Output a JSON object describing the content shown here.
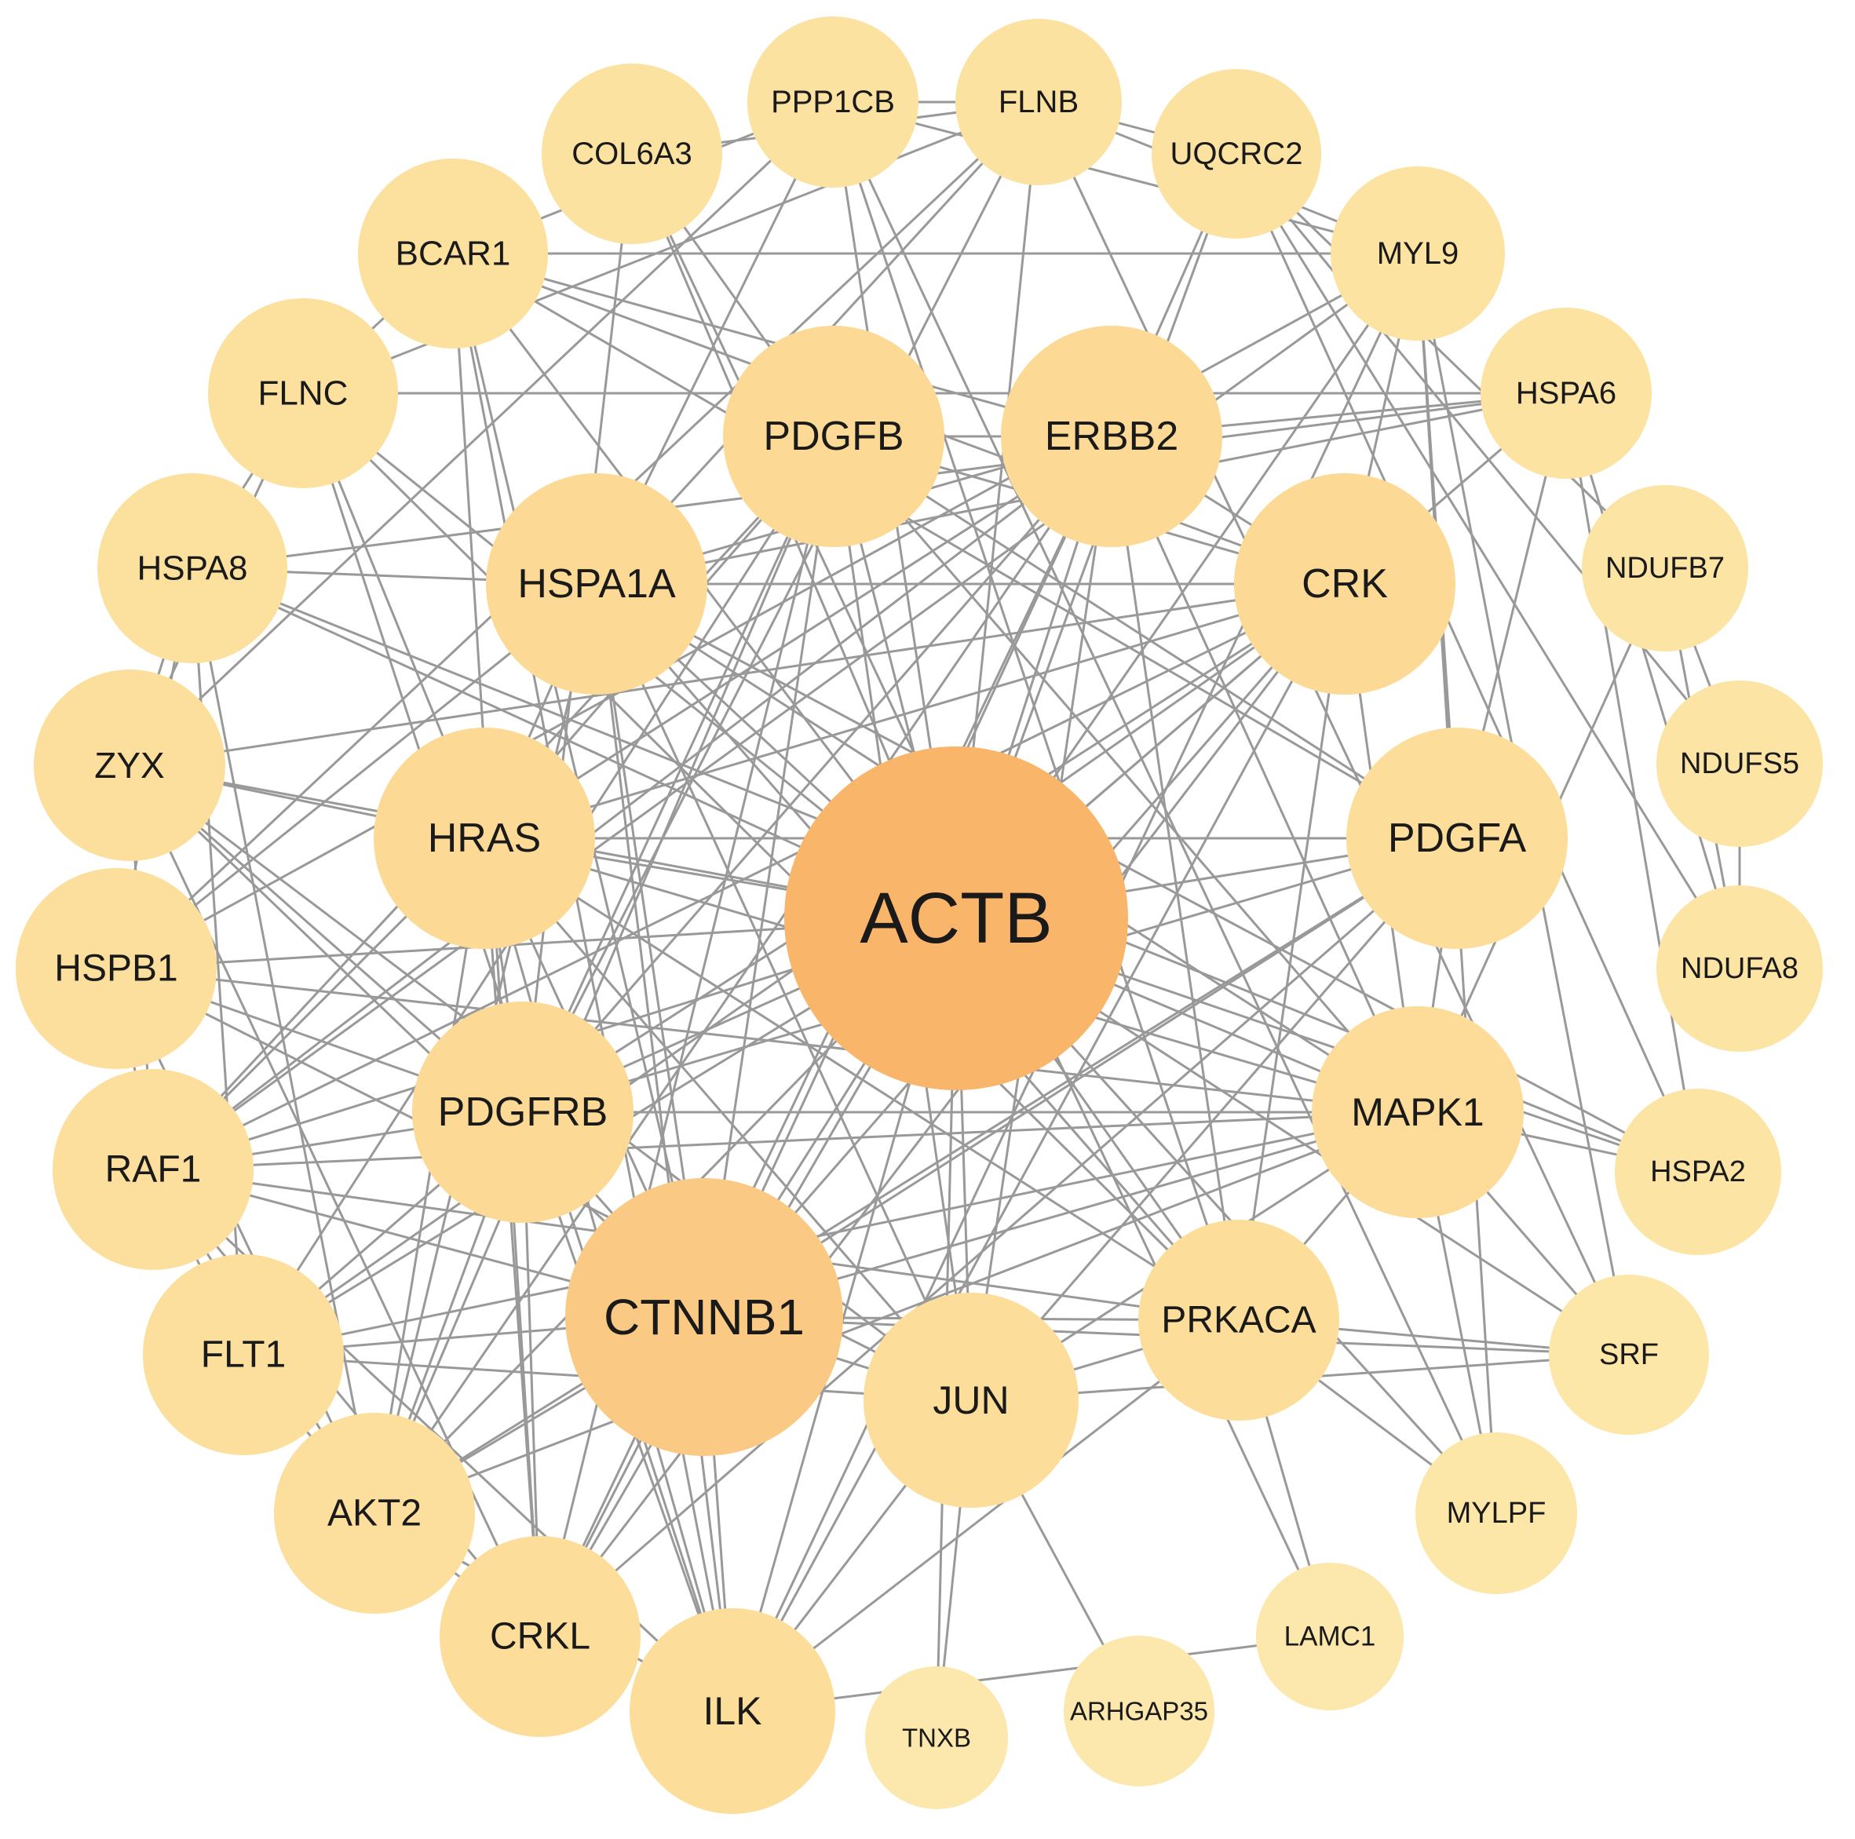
{
  "network": {
    "nodes": [
      {
        "id": "ACTB",
        "label": "ACTB",
        "color": "#F9B56A"
      },
      {
        "id": "CTNNB1",
        "label": "CTNNB1",
        "color": "#FACA84"
      },
      {
        "id": "PDGFB",
        "label": "PDGFB",
        "color": "#FCDA95"
      },
      {
        "id": "ERBB2",
        "label": "ERBB2",
        "color": "#FCD994"
      },
      {
        "id": "HSPA1A",
        "label": "HSPA1A",
        "color": "#FCD994"
      },
      {
        "id": "CRK",
        "label": "CRK",
        "color": "#FCDA95"
      },
      {
        "id": "HRAS",
        "label": "HRAS",
        "color": "#FCDA96"
      },
      {
        "id": "PDGFA",
        "label": "PDGFA",
        "color": "#FCDD99"
      },
      {
        "id": "PDGFRB",
        "label": "PDGFRB",
        "color": "#FCDA95"
      },
      {
        "id": "MAPK1",
        "label": "MAPK1",
        "color": "#FCDC98"
      },
      {
        "id": "PRKACA",
        "label": "PRKACA",
        "color": "#FCDD99"
      },
      {
        "id": "JUN",
        "label": "JUN",
        "color": "#FCDD99"
      },
      {
        "id": "ILK",
        "label": "ILK",
        "color": "#FCDD9A"
      },
      {
        "id": "CRKL",
        "label": "CRKL",
        "color": "#FCDD9A"
      },
      {
        "id": "AKT2",
        "label": "AKT2",
        "color": "#FCDF9C"
      },
      {
        "id": "FLT1",
        "label": "FLT1",
        "color": "#FCDF9C"
      },
      {
        "id": "RAF1",
        "label": "RAF1",
        "color": "#FCDF9C"
      },
      {
        "id": "HSPB1",
        "label": "HSPB1",
        "color": "#FCDF9C"
      },
      {
        "id": "ZYX",
        "label": "ZYX",
        "color": "#FCDF9C"
      },
      {
        "id": "HSPA8",
        "label": "HSPA8",
        "color": "#FCE09E"
      },
      {
        "id": "FLNC",
        "label": "FLNC",
        "color": "#FCE09E"
      },
      {
        "id": "BCAR1",
        "label": "BCAR1",
        "color": "#FCE09E"
      },
      {
        "id": "COL6A3",
        "label": "COL6A3",
        "color": "#FCE2A0"
      },
      {
        "id": "PPP1CB",
        "label": "PPP1CB",
        "color": "#FCE2A0"
      },
      {
        "id": "FLNB",
        "label": "FLNB",
        "color": "#FCE2A0"
      },
      {
        "id": "UQCRC2",
        "label": "UQCRC2",
        "color": "#FCE2A0"
      },
      {
        "id": "MYL9",
        "label": "MYL9",
        "color": "#FCE3A2"
      },
      {
        "id": "HSPA6",
        "label": "HSPA6",
        "color": "#FCE3A2"
      },
      {
        "id": "NDUFB7",
        "label": "NDUFB7",
        "color": "#FCE4A4"
      },
      {
        "id": "NDUFS5",
        "label": "NDUFS5",
        "color": "#FCE4A4"
      },
      {
        "id": "NDUFA8",
        "label": "NDUFA8",
        "color": "#FCE4A4"
      },
      {
        "id": "HSPA2",
        "label": "HSPA2",
        "color": "#FCE4A4"
      },
      {
        "id": "SRF",
        "label": "SRF",
        "color": "#FCE6A8"
      },
      {
        "id": "MYLPF",
        "label": "MYLPF",
        "color": "#FCE6A8"
      },
      {
        "id": "LAMC1",
        "label": "LAMC1",
        "color": "#FCE8AC"
      },
      {
        "id": "ARHGAP35",
        "label": "ARHGAP35",
        "color": "#FCE8AC"
      },
      {
        "id": "TNXB",
        "label": "TNXB",
        "color": "#FCE8AC"
      }
    ],
    "edges": [
      [
        "ACTB",
        "CTNNB1"
      ],
      [
        "ACTB",
        "PDGFB"
      ],
      [
        "ACTB",
        "ERBB2"
      ],
      [
        "ACTB",
        "HSPA1A"
      ],
      [
        "ACTB",
        "CRK"
      ],
      [
        "ACTB",
        "HRAS"
      ],
      [
        "ACTB",
        "PDGFA"
      ],
      [
        "ACTB",
        "PDGFRB"
      ],
      [
        "ACTB",
        "MAPK1"
      ],
      [
        "ACTB",
        "PRKACA"
      ],
      [
        "ACTB",
        "JUN"
      ],
      [
        "ACTB",
        "ILK"
      ],
      [
        "ACTB",
        "CRKL"
      ],
      [
        "ACTB",
        "AKT2"
      ],
      [
        "ACTB",
        "FLT1"
      ],
      [
        "ACTB",
        "RAF1"
      ],
      [
        "ACTB",
        "HSPB1"
      ],
      [
        "ACTB",
        "ZYX"
      ],
      [
        "ACTB",
        "HSPA8"
      ],
      [
        "ACTB",
        "FLNC"
      ],
      [
        "ACTB",
        "BCAR1"
      ],
      [
        "ACTB",
        "COL6A3"
      ],
      [
        "ACTB",
        "PPP1CB"
      ],
      [
        "ACTB",
        "FLNB"
      ],
      [
        "ACTB",
        "UQCRC2"
      ],
      [
        "ACTB",
        "MYL9"
      ],
      [
        "ACTB",
        "HSPA6"
      ],
      [
        "ACTB",
        "HSPA2"
      ],
      [
        "ACTB",
        "SRF"
      ],
      [
        "ACTB",
        "MYLPF"
      ],
      [
        "ACTB",
        "TNXB"
      ],
      [
        "CTNNB1",
        "PDGFB"
      ],
      [
        "CTNNB1",
        "ERBB2"
      ],
      [
        "CTNNB1",
        "HSPA1A"
      ],
      [
        "CTNNB1",
        "CRK"
      ],
      [
        "CTNNB1",
        "HRAS"
      ],
      [
        "CTNNB1",
        "PDGFRB"
      ],
      [
        "CTNNB1",
        "MAPK1"
      ],
      [
        "CTNNB1",
        "PRKACA"
      ],
      [
        "CTNNB1",
        "JUN"
      ],
      [
        "CTNNB1",
        "ILK"
      ],
      [
        "CTNNB1",
        "AKT2"
      ],
      [
        "CTNNB1",
        "FLT1"
      ],
      [
        "CTNNB1",
        "RAF1"
      ],
      [
        "CTNNB1",
        "BCAR1"
      ],
      [
        "CTNNB1",
        "SRF"
      ],
      [
        "CTNNB1",
        "ZYX"
      ],
      [
        "CTNNB1",
        "PDGFA"
      ],
      [
        "CTNNB1",
        "CRKL"
      ],
      [
        "PDGFB",
        "PDGFRB"
      ],
      [
        "PDGFB",
        "PDGFA"
      ],
      [
        "PDGFB",
        "ERBB2"
      ],
      [
        "PDGFB",
        "HRAS"
      ],
      [
        "PDGFB",
        "MAPK1"
      ],
      [
        "PDGFB",
        "FLT1"
      ],
      [
        "PDGFB",
        "CRK"
      ],
      [
        "PDGFB",
        "JUN"
      ],
      [
        "PDGFB",
        "AKT2"
      ],
      [
        "PDGFB",
        "RAF1"
      ],
      [
        "PDGFB",
        "COL6A3"
      ],
      [
        "PDGFB",
        "CRKL"
      ],
      [
        "ERBB2",
        "HRAS"
      ],
      [
        "ERBB2",
        "MAPK1"
      ],
      [
        "ERBB2",
        "CRK"
      ],
      [
        "ERBB2",
        "JUN"
      ],
      [
        "ERBB2",
        "RAF1"
      ],
      [
        "ERBB2",
        "AKT2"
      ],
      [
        "ERBB2",
        "PDGFRB"
      ],
      [
        "ERBB2",
        "CRKL"
      ],
      [
        "ERBB2",
        "HSPA1A"
      ],
      [
        "ERBB2",
        "PRKACA"
      ],
      [
        "ERBB2",
        "HSPA6"
      ],
      [
        "ERBB2",
        "UQCRC2"
      ],
      [
        "ERBB2",
        "BCAR1"
      ],
      [
        "HSPA1A",
        "HSPA8"
      ],
      [
        "HSPA1A",
        "HSPB1"
      ],
      [
        "HSPA1A",
        "HSPA6"
      ],
      [
        "HSPA1A",
        "HSPA2"
      ],
      [
        "HSPA1A",
        "JUN"
      ],
      [
        "HSPA1A",
        "MAPK1"
      ],
      [
        "HSPA1A",
        "HRAS"
      ],
      [
        "HSPA1A",
        "AKT2"
      ],
      [
        "HSPA1A",
        "PRKACA"
      ],
      [
        "HSPA1A",
        "FLNB"
      ],
      [
        "HSPA1A",
        "PPP1CB"
      ],
      [
        "HSPA1A",
        "CRK"
      ],
      [
        "CRK",
        "BCAR1"
      ],
      [
        "CRK",
        "CRKL"
      ],
      [
        "CRK",
        "HRAS"
      ],
      [
        "CRK",
        "PDGFRB"
      ],
      [
        "CRK",
        "ILK"
      ],
      [
        "CRK",
        "ZYX"
      ],
      [
        "CRK",
        "RAF1"
      ],
      [
        "CRK",
        "MAPK1"
      ],
      [
        "CRK",
        "MYL9"
      ],
      [
        "CRK",
        "FLT1"
      ],
      [
        "CRK",
        "PRKACA"
      ],
      [
        "HRAS",
        "RAF1"
      ],
      [
        "HRAS",
        "MAPK1"
      ],
      [
        "HRAS",
        "PDGFRB"
      ],
      [
        "HRAS",
        "JUN"
      ],
      [
        "HRAS",
        "AKT2"
      ],
      [
        "HRAS",
        "CRKL"
      ],
      [
        "HRAS",
        "PRKACA"
      ],
      [
        "HRAS",
        "ZYX"
      ],
      [
        "HRAS",
        "PDGFA"
      ],
      [
        "HRAS",
        "FLNC"
      ],
      [
        "HRAS",
        "ILK"
      ],
      [
        "PDGFA",
        "PDGFRB"
      ],
      [
        "PDGFA",
        "MAPK1"
      ],
      [
        "PDGFA",
        "AKT2"
      ],
      [
        "PDGFA",
        "HSPA6"
      ],
      [
        "PDGFA",
        "JUN"
      ],
      [
        "PDGFA",
        "CRKL"
      ],
      [
        "PDGFRB",
        "RAF1"
      ],
      [
        "PDGFRB",
        "FLT1"
      ],
      [
        "PDGFRB",
        "CRKL"
      ],
      [
        "PDGFRB",
        "AKT2"
      ],
      [
        "PDGFRB",
        "MAPK1"
      ],
      [
        "PDGFRB",
        "HSPB1"
      ],
      [
        "PDGFRB",
        "ILK"
      ],
      [
        "PDGFRB",
        "ZYX"
      ],
      [
        "MAPK1",
        "RAF1"
      ],
      [
        "MAPK1",
        "JUN"
      ],
      [
        "MAPK1",
        "PRKACA"
      ],
      [
        "MAPK1",
        "HSPA2"
      ],
      [
        "MAPK1",
        "FLT1"
      ],
      [
        "MAPK1",
        "SRF"
      ],
      [
        "MAPK1",
        "MYLPF"
      ],
      [
        "MAPK1",
        "HSPB1"
      ],
      [
        "MAPK1",
        "NDUFB7"
      ],
      [
        "MAPK1",
        "AKT2"
      ],
      [
        "PRKACA",
        "SRF"
      ],
      [
        "PRKACA",
        "LAMC1"
      ],
      [
        "PRKACA",
        "MYLPF"
      ],
      [
        "PRKACA",
        "JUN"
      ],
      [
        "PRKACA",
        "RAF1"
      ],
      [
        "PRKACA",
        "ILK"
      ],
      [
        "PRKACA",
        "FLNC"
      ],
      [
        "JUN",
        "ARHGAP35"
      ],
      [
        "JUN",
        "TNXB"
      ],
      [
        "JUN",
        "SRF"
      ],
      [
        "JUN",
        "ILK"
      ],
      [
        "JUN",
        "FLT1"
      ],
      [
        "JUN",
        "HSPB1"
      ],
      [
        "JUN",
        "ZYX"
      ],
      [
        "ILK",
        "FLNC"
      ],
      [
        "ILK",
        "RAF1"
      ],
      [
        "ILK",
        "AKT2"
      ],
      [
        "ILK",
        "HSPA1A"
      ],
      [
        "ILK",
        "BCAR1"
      ],
      [
        "ILK",
        "MYL9"
      ],
      [
        "CRKL",
        "BCAR1"
      ],
      [
        "CRKL",
        "RAF1"
      ],
      [
        "CRKL",
        "ZYX"
      ],
      [
        "CRKL",
        "AKT2"
      ],
      [
        "AKT2",
        "RAF1"
      ],
      [
        "AKT2",
        "FLT1"
      ],
      [
        "AKT2",
        "HSPB1"
      ],
      [
        "AKT2",
        "HSPA8"
      ],
      [
        "FLT1",
        "RAF1"
      ],
      [
        "FLT1",
        "HSPA8"
      ],
      [
        "RAF1",
        "HSPB1"
      ],
      [
        "RAF1",
        "ZYX"
      ],
      [
        "RAF1",
        "MYL9"
      ],
      [
        "HSPB1",
        "HSPA8"
      ],
      [
        "HSPB1",
        "FLNB"
      ],
      [
        "HSPB1",
        "MYL9"
      ],
      [
        "ZYX",
        "FLNC"
      ],
      [
        "ZYX",
        "HSPA8"
      ],
      [
        "ZYX",
        "PPP1CB"
      ],
      [
        "HSPA8",
        "HSPA2"
      ],
      [
        "HSPA8",
        "HSPA6"
      ],
      [
        "HSPA8",
        "FLNC"
      ],
      [
        "FLNC",
        "FLNB"
      ],
      [
        "FLNC",
        "HSPA6"
      ],
      [
        "FLNC",
        "BCAR1"
      ],
      [
        "BCAR1",
        "MYL9"
      ],
      [
        "BCAR1",
        "PPP1CB"
      ],
      [
        "BCAR1",
        "PDGFA"
      ],
      [
        "COL6A3",
        "LAMC1"
      ],
      [
        "COL6A3",
        "FLNB"
      ],
      [
        "COL6A3",
        "PDGFRB"
      ],
      [
        "PPP1CB",
        "FLNB"
      ],
      [
        "PPP1CB",
        "MYL9"
      ],
      [
        "PPP1CB",
        "MYLPF"
      ],
      [
        "PPP1CB",
        "PRKACA"
      ],
      [
        "FLNB",
        "UQCRC2"
      ],
      [
        "FLNB",
        "MYL9"
      ],
      [
        "FLNB",
        "PDGFRB"
      ],
      [
        "FLNB",
        "SRF"
      ],
      [
        "UQCRC2",
        "NDUFB7"
      ],
      [
        "UQCRC2",
        "NDUFS5"
      ],
      [
        "UQCRC2",
        "NDUFA8"
      ],
      [
        "UQCRC2",
        "HSPA2"
      ],
      [
        "MYL9",
        "MYLPF"
      ],
      [
        "MYL9",
        "SRF"
      ],
      [
        "MYL9",
        "PDGFA"
      ],
      [
        "HSPA6",
        "HSPA2"
      ],
      [
        "HSPA6",
        "NDUFA8"
      ],
      [
        "NDUFB7",
        "NDUFS5"
      ],
      [
        "NDUFB7",
        "NDUFA8"
      ],
      [
        "NDUFS5",
        "NDUFA8"
      ],
      [
        "LAMC1",
        "ILK"
      ]
    ]
  }
}
